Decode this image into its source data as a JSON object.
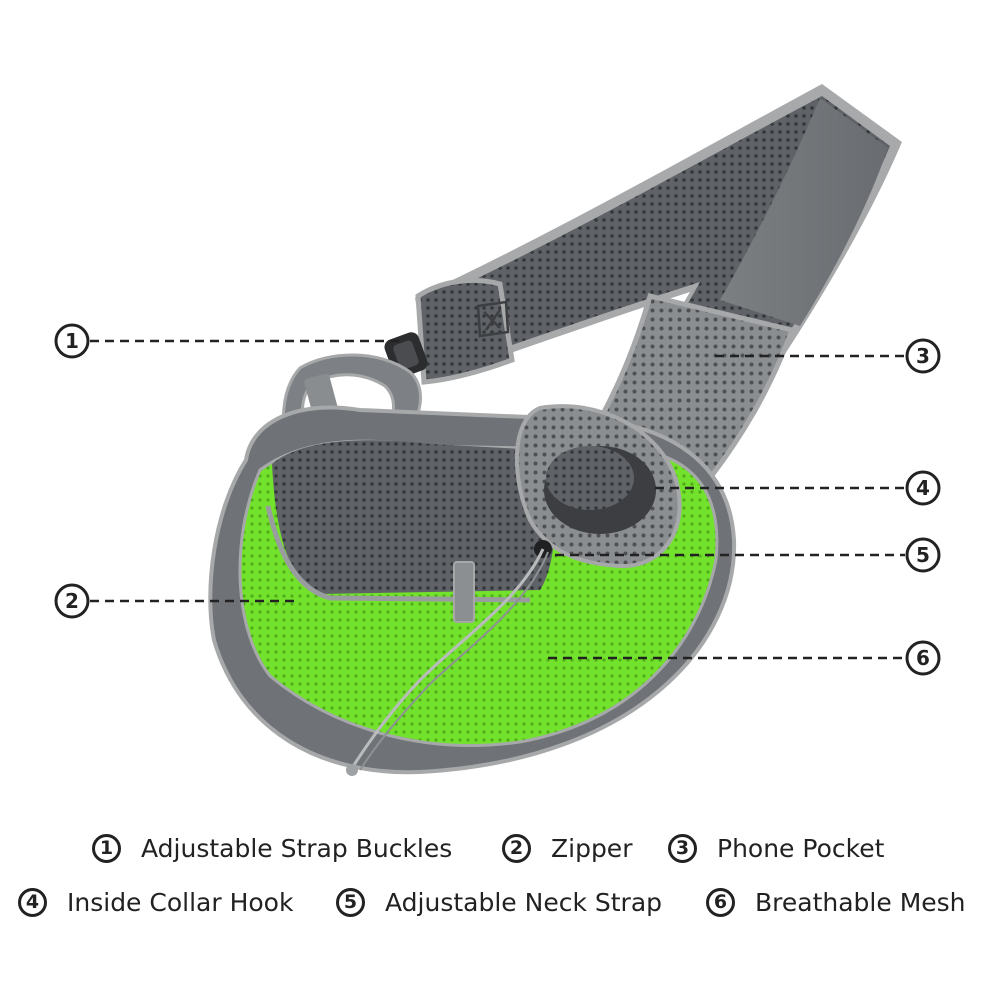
{
  "colors": {
    "strap_gray": "#7a7d80",
    "mesh_gray": "#5b5e62",
    "trim_gray": "#a6a8aa",
    "body_gray": "#6f7276",
    "accent_green": "#6ee028",
    "ink": "#222222"
  },
  "markers": [
    {
      "num": "1",
      "label": "Adjustable Strap Buckles"
    },
    {
      "num": "2",
      "label": "Zipper"
    },
    {
      "num": "3",
      "label": "Phone Pocket"
    },
    {
      "num": "4",
      "label": "Inside Collar Hook"
    },
    {
      "num": "5",
      "label": "Adjustable Neck Strap"
    },
    {
      "num": "6",
      "label": "Breathable Mesh"
    }
  ]
}
